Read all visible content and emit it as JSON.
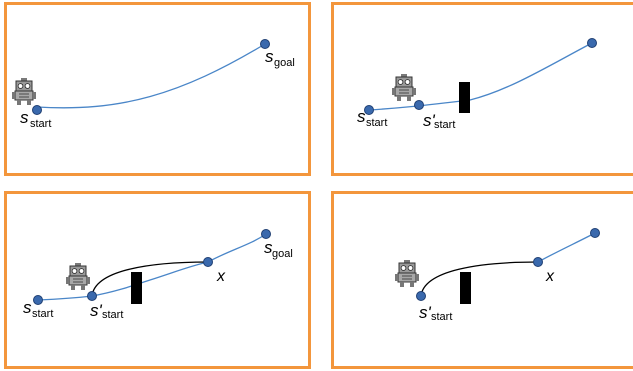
{
  "colors": {
    "panel_border": "#f3963c",
    "path_line": "#4a86c8",
    "node_fill": "#3a69ad",
    "node_stroke": "#1f3f73",
    "replan_curve": "#000000",
    "obstacle": "#000000"
  },
  "icons": {
    "robot": "robot-icon"
  },
  "labels": {
    "s": "s",
    "s_prime": "s'",
    "start": "start",
    "goal": "goal",
    "x": "x"
  }
}
